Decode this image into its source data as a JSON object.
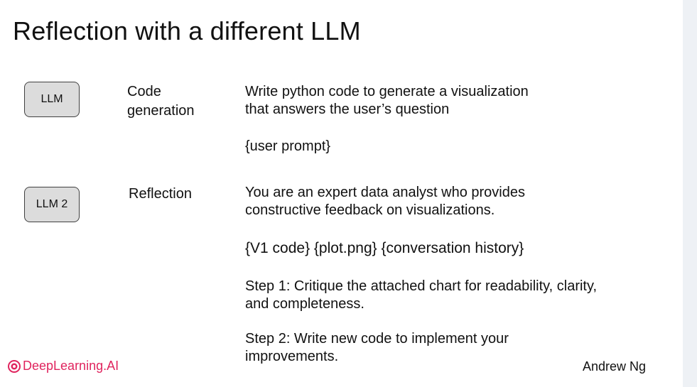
{
  "slide": {
    "title": "Reflection with a different LLM",
    "rows": [
      {
        "model": "LLM",
        "role": [
          "Code",
          "generation"
        ],
        "prompt_lines": [
          "Write python code to generate a visualization",
          "that answers the user’s question"
        ],
        "inputs": "{user prompt}"
      },
      {
        "model": "LLM 2",
        "role": [
          "Reflection"
        ],
        "prompt_lines": [
          "You are an expert data analyst who provides",
          "constructive feedback on visualizations."
        ],
        "inputs": "{V1 code} {plot.png} {conversation history}",
        "step1_lines": [
          "Step 1: Critique the attached chart for readability, clarity,",
          "and completeness."
        ],
        "step2_lines": [
          "Step 2: Write new code to implement your",
          "improvements."
        ]
      }
    ]
  },
  "footer": {
    "brand": "DeepLearning.AI",
    "brand_icon": "deeplearning-logo-icon",
    "author": "Andrew Ng"
  },
  "colors": {
    "brand": "#e0245e",
    "box_fill": "#dcdcdc",
    "box_border": "#404040",
    "side_strip": "#eef1f5"
  }
}
